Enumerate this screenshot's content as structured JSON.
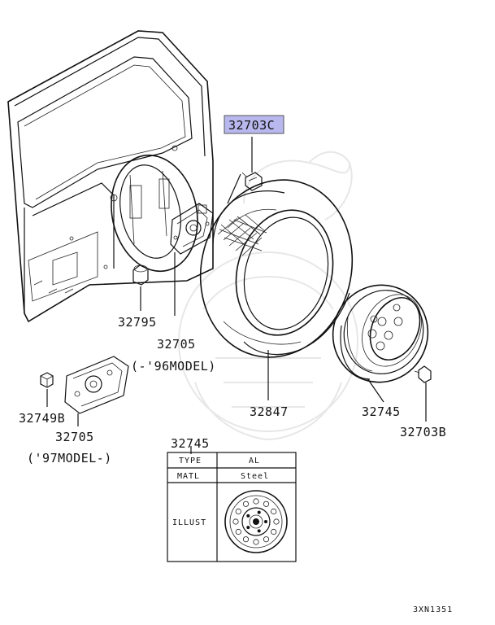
{
  "highlight_color": "#b8b8ee",
  "parts": {
    "bolt_top": "32703C",
    "bumper": "32795",
    "bracket_upper": "32705",
    "bracket_upper_note": "(-'96MODEL)",
    "nut": "32749B",
    "bracket_lower": "32705",
    "bracket_lower_note": "('97MODEL-)",
    "tire": "32847",
    "wheel": "32745",
    "bolt_right": "32703B"
  },
  "spec_table": {
    "part_no": "32745",
    "rows": [
      {
        "key": "TYPE",
        "value": "AL"
      },
      {
        "key": "MATL",
        "value": "Steel"
      },
      {
        "key": "ILLUST",
        "value": ""
      }
    ]
  },
  "diagram_code": "3XN1351"
}
